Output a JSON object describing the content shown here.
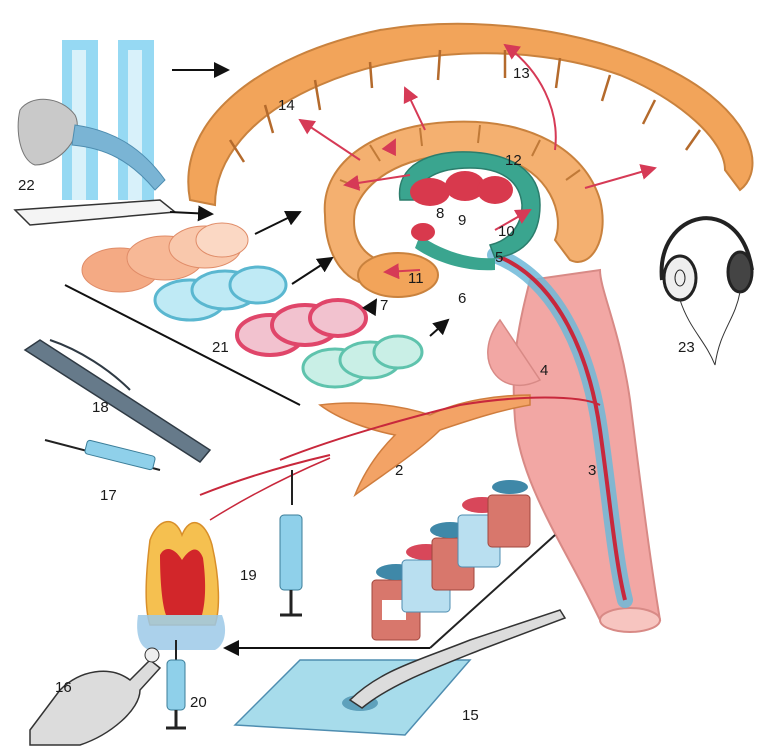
{
  "labels": {
    "n2": "2",
    "n3": "3",
    "n4": "4",
    "n5": "5",
    "n6": "6",
    "n7": "7",
    "n8": "8",
    "n9": "9",
    "n10": "10",
    "n11": "11",
    "n12": "12",
    "n13": "13",
    "n14": "14",
    "n15": "15",
    "n16": "16",
    "n17": "17",
    "n18": "18",
    "n19": "19",
    "n20": "20",
    "n21": "21",
    "n22": "22",
    "n23": "23"
  },
  "colors": {
    "cortex": "#f2a45a",
    "cortex_shadow": "#d98a40",
    "limbic": "#f4b070",
    "thalamus_ring": "#3aa58f",
    "nuclei": "#d8394d",
    "pathway_red": "#c8283c",
    "pathway_blue": "#6fb8d8",
    "brainstem": "#f2a7a4",
    "trigeminal": "#f3a366",
    "tooth_outer": "#f5c050",
    "tooth_pulp": "#d2262a",
    "tooth_root": "#9cc9e8",
    "disk_orange": "#f4aa84",
    "disk_cyan": "#78cde0",
    "disk_red": "#e0466a",
    "disk_teal": "#7ad2c0",
    "mouthpiece": "#7ccff0",
    "syringe": "#8fd0ea",
    "pen": "#667a8a",
    "bottle_body": "#d8776c",
    "bottle_cap_red": "#d8475a",
    "bottle_cap_blue": "#3f88a8",
    "plate": "#a7dceb",
    "arrow_black": "#111111",
    "arrow_red": "#d63a56"
  },
  "icons": {
    "headphones": "headphones-icon",
    "mouthpiece": "mouthpiece-icon",
    "syringe": "syringe-icon",
    "pen": "pen-icon",
    "bottle": "bottle-icon",
    "probe": "probe-icon",
    "plate": "plate-icon",
    "tooth": "tooth-icon"
  }
}
